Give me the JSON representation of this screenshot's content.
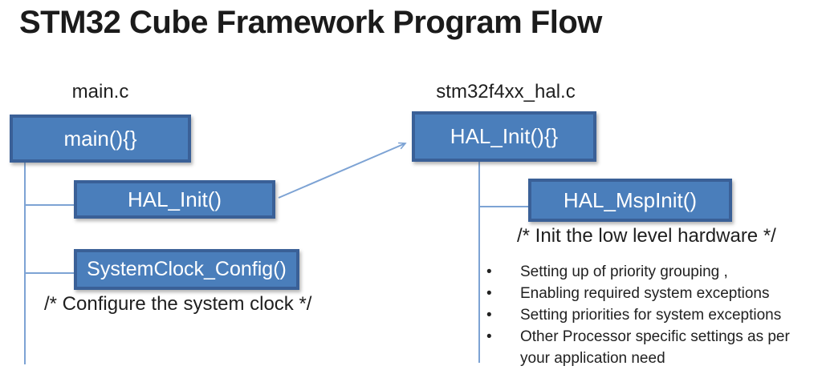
{
  "title": "STM32 Cube Framework Program Flow",
  "left": {
    "file_label": "main.c",
    "main_box": "main(){}",
    "hal_init_box": "HAL_Init()",
    "sysclock_box": "SystemClock_Config()",
    "comment": "/* Configure the system clock */"
  },
  "right": {
    "file_label": "stm32f4xx_hal.c",
    "hal_init_box": "HAL_Init(){}",
    "msp_init_box": "HAL_MspInit()",
    "comment": "/* Init the low level hardware */",
    "bullets": [
      "Setting up of priority grouping ,",
      "Enabling required system exceptions",
      "Setting priorities for system exceptions",
      "Other Processor specific settings as per your application need"
    ]
  },
  "colors": {
    "box_fill": "#4a7ebb",
    "box_border": "#3a6097",
    "connector": "#7da3d4"
  }
}
